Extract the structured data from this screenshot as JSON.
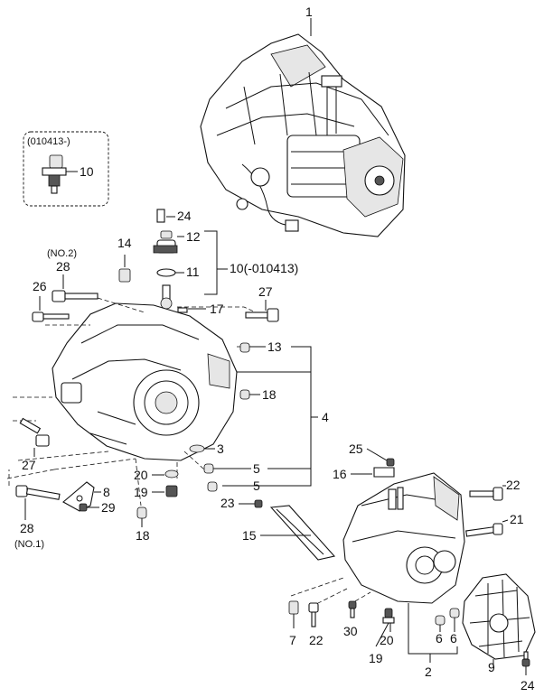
{
  "inset": {
    "date_label": "(010413-)",
    "part_label": "10"
  },
  "labels": {
    "p1": "1",
    "p24_top": "24",
    "p12": "12",
    "p11": "11",
    "p10_date": "10(-010413)",
    "p17": "17",
    "p14": "14",
    "p28_top_note": "(NO.2)",
    "p28_top": "28",
    "p26": "26",
    "p27_right": "27",
    "p13": "13",
    "p18_right": "18",
    "p4": "4",
    "p3": "3",
    "p5_a": "5",
    "p5_b": "5",
    "p20_left": "20",
    "p19_left": "19",
    "p27_left": "27",
    "p8": "8",
    "p29": "29",
    "p28_bottom": "28",
    "p28_bottom_note": "(NO.1)",
    "p18_bottom": "18",
    "p23": "23",
    "p15": "15",
    "p25": "25",
    "p16": "16",
    "p22_top": "22",
    "p21": "21",
    "p7": "7",
    "p22_bottom": "22",
    "p30": "30",
    "p19_bottom": "19",
    "p20_bottom": "20",
    "p6_a": "6",
    "p6_b": "6",
    "p2": "2",
    "p9": "9",
    "p24_bottom": "24"
  }
}
